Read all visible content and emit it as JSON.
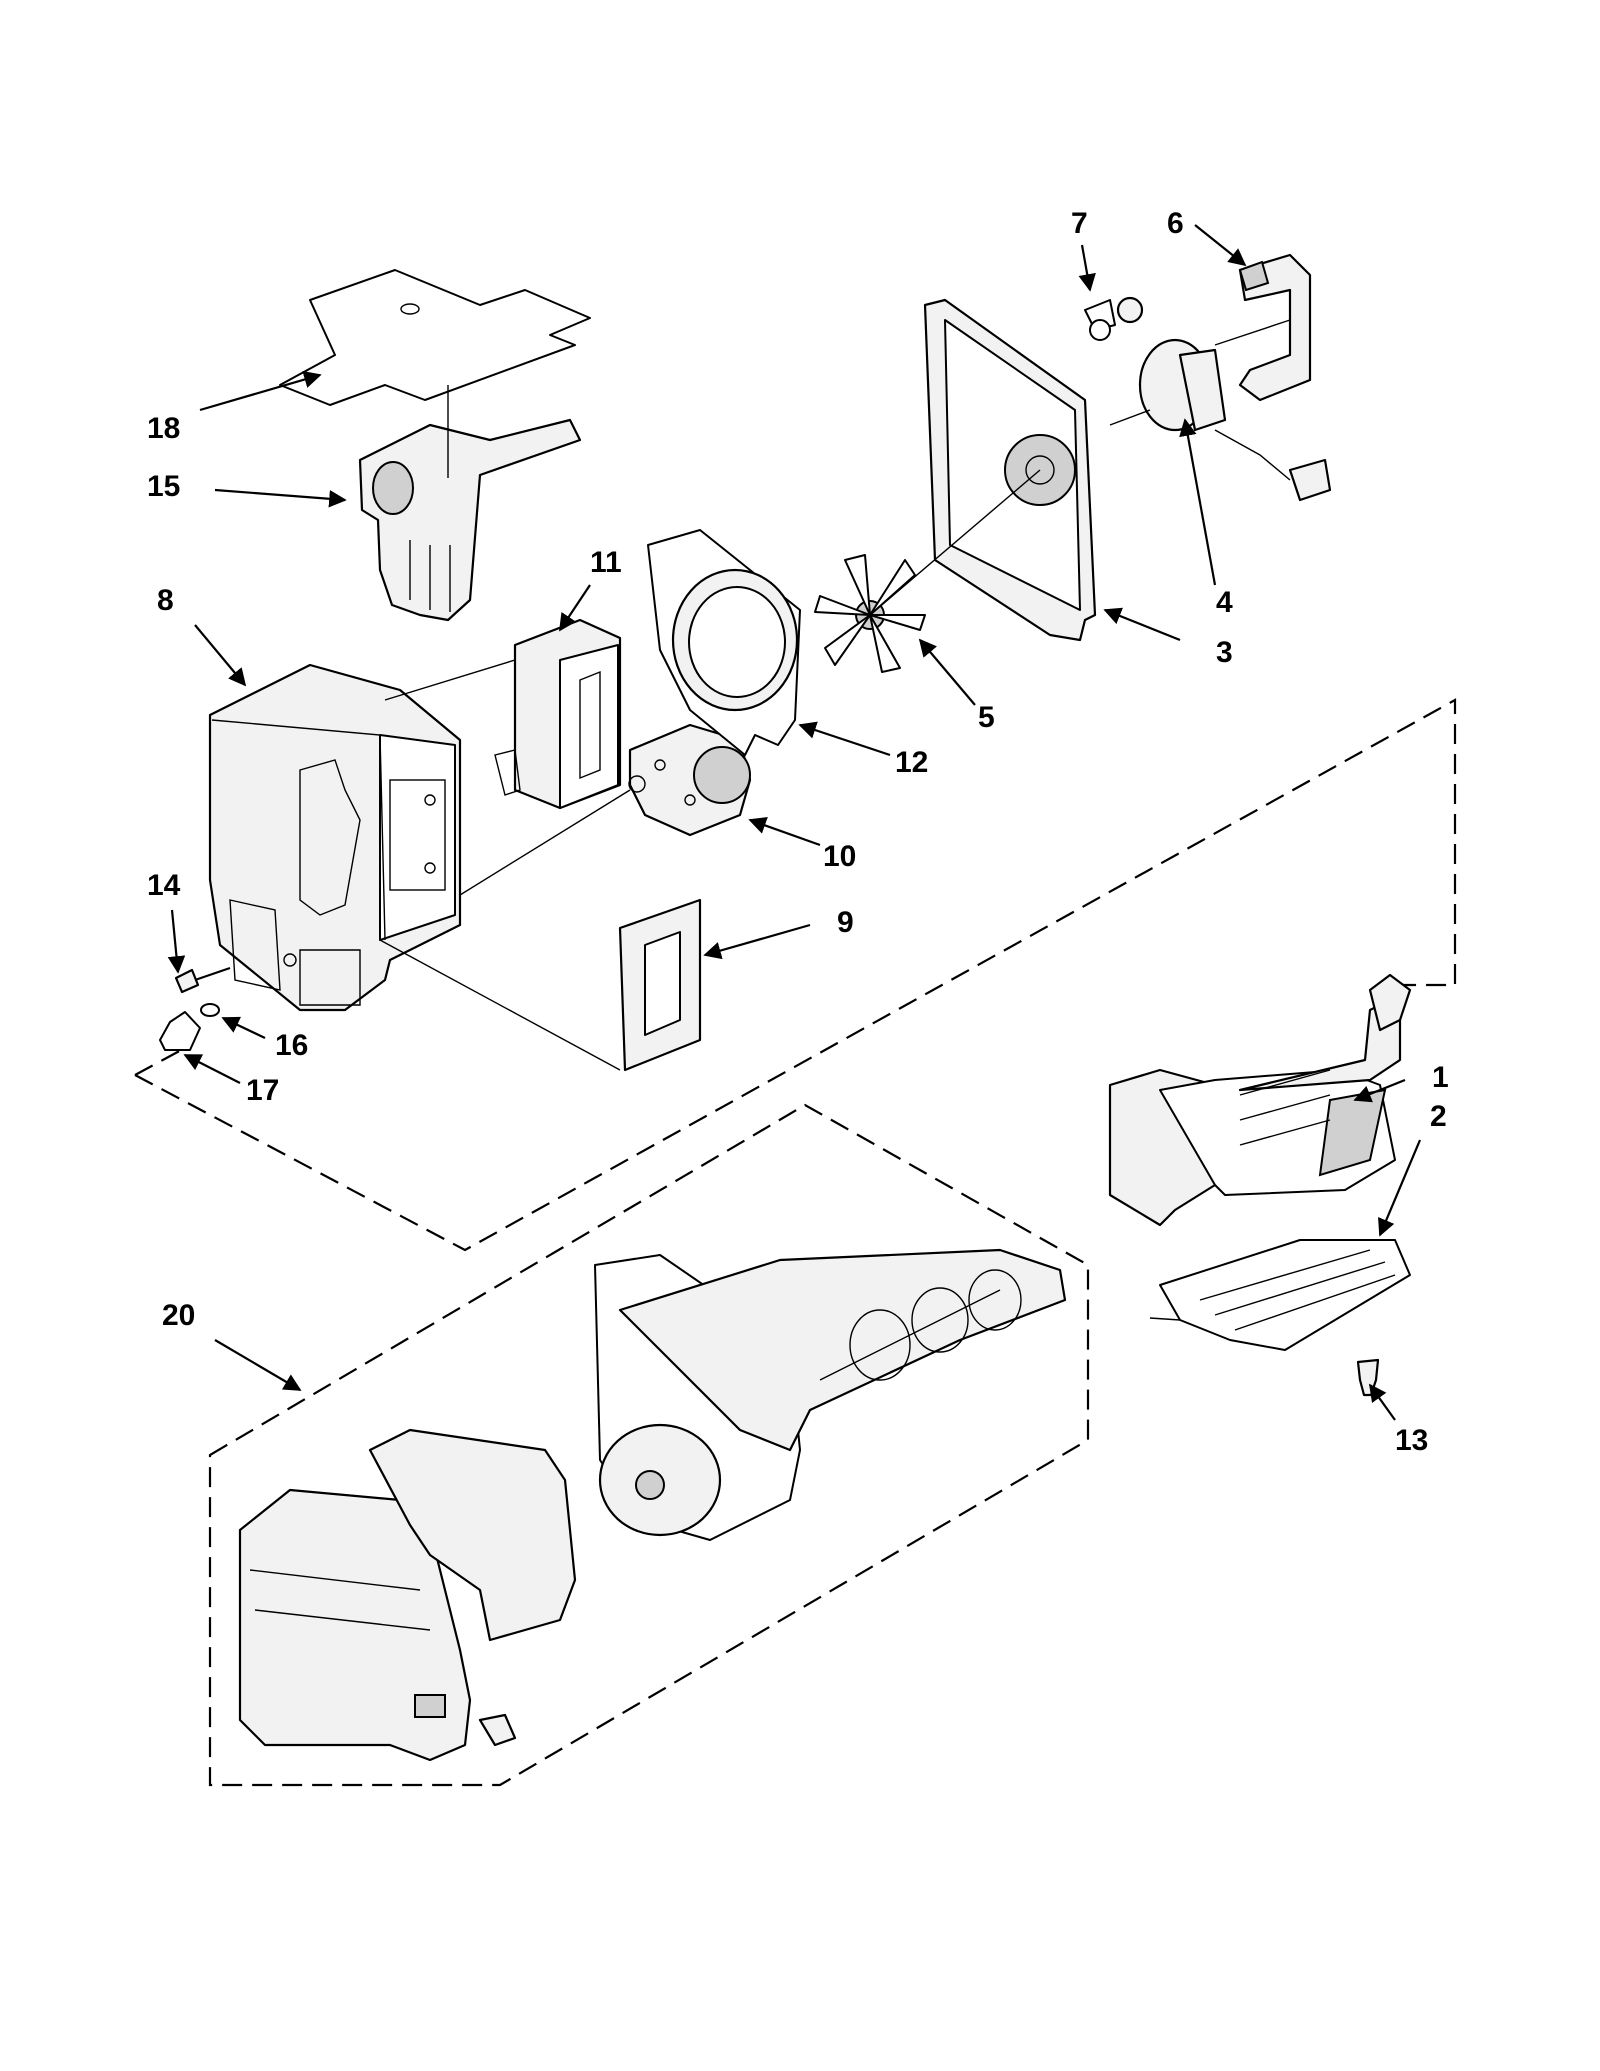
{
  "callouts": {
    "c1": "1",
    "c2": "2",
    "c3": "3",
    "c4": "4",
    "c5": "5",
    "c6": "6",
    "c7": "7",
    "c8": "8",
    "c9": "9",
    "c10": "10",
    "c11": "11",
    "c12": "12",
    "c13": "13",
    "c14": "14",
    "c15": "15",
    "c16": "16",
    "c17": "17",
    "c18": "18",
    "c20": "20"
  }
}
